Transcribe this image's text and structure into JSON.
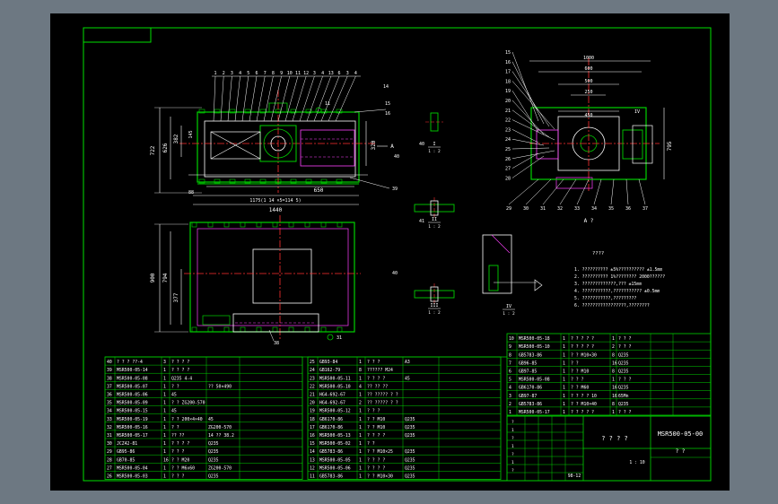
{
  "colors": {
    "background": "#6d7882",
    "sheet": "#000000",
    "frame": "#00e000",
    "line": "#ffffff",
    "center": "#ff3030",
    "hidden": "#ff40ff",
    "fill": "#00d000",
    "text": "#ffffff",
    "title_text": "#ffffff"
  },
  "drawing": {
    "number": "MSR500-05-00",
    "title_placeholder": "? ? ? ?",
    "scale_placeholder": "? ?",
    "sheet_info": "1 : 10",
    "sheet_no": "98-12"
  },
  "views": {
    "front": {
      "part_numbers": [
        "1",
        "2",
        "3",
        "4",
        "5",
        "6",
        "7",
        "8",
        "9",
        "10",
        "11",
        "12",
        "3",
        "4",
        "13",
        "6",
        "3",
        "4"
      ],
      "dims": {
        "height_outer": "722",
        "height_inner": "626",
        "height_mid": "382",
        "height_small": "145",
        "height_right": "320",
        "width_seg": "650",
        "width_formula": "1175(1 14 ×5=114 5)",
        "width_total": "1440",
        "offset": "88"
      },
      "callouts": [
        "11",
        "14",
        "15",
        "16",
        "A",
        "39",
        "40"
      ]
    },
    "plan": {
      "dims": {
        "left_outer": "900",
        "left_inner": "794",
        "left_low": "377"
      },
      "callouts": [
        "38",
        "31"
      ]
    },
    "section_a": {
      "label": "A  ?",
      "dims": {
        "top1": "1000",
        "top2": "600",
        "top3": "500",
        "top4": "250",
        "mid": "450",
        "right": "795",
        "arrow": "IV"
      },
      "left_numbers": [
        "15",
        "16",
        "17",
        "18",
        "19",
        "20",
        "21",
        "22",
        "23",
        "24",
        "25",
        "26",
        "27",
        "28"
      ],
      "bottom_numbers": [
        "29",
        "30",
        "31",
        "32",
        "33",
        "34",
        "35",
        "36",
        "37"
      ]
    },
    "details": [
      {
        "roman": "I",
        "scale": "1 : 2"
      },
      {
        "roman": "II",
        "scale": "1 : 2"
      },
      {
        "roman": "III",
        "scale": "1 : 2"
      },
      {
        "roman": "IV",
        "scale": "1 : 2"
      }
    ],
    "detail_callouts": [
      "40",
      "41",
      "40"
    ]
  },
  "notes": {
    "title": "????",
    "lines": [
      "1. ??????????   ±5%??????????   ±1.5mm",
      "2. ?????????? 1%????????   2000??????",
      "3. ?????????????,???   ±15mm",
      "4. ???????????,???????????   ±0.5mm",
      "5. ???????????,?????????",
      "6. ?????????????????,????????"
    ]
  },
  "bom_left": {
    "rows": [
      [
        "40",
        "? ? ? ??-4",
        "3",
        "? ? ? ?",
        ""
      ],
      [
        "39",
        "MSR500-05-14",
        "1",
        "? ? ? ?",
        ""
      ],
      [
        "38",
        "MSR500-05-08",
        "1",
        "Q235 4-4",
        ""
      ],
      [
        "37",
        "MSR500-05-07",
        "1",
        "? ?",
        "?? 50×490"
      ],
      [
        "36",
        "MSR500-05-06",
        "1",
        "45",
        ""
      ],
      [
        "35",
        "MSR500-05-09",
        "1",
        "? ? ZG200-570",
        ""
      ],
      [
        "34",
        "MSR500-05-15",
        "1",
        "45",
        ""
      ],
      [
        "33",
        "MSR500-05-19",
        "1",
        "? ? 200×4×40",
        "45"
      ],
      [
        "32",
        "MSR500-05-16",
        "1",
        "? ?",
        "ZG200-570"
      ],
      [
        "31",
        "MSR500-05-17",
        "1",
        "?? ??",
        "14 ?? 38.2"
      ],
      [
        "30",
        "JCZ42-81",
        "1",
        "? ? ? ?",
        "Q235"
      ],
      [
        "29",
        "GB95-86",
        "1",
        "? ? ?",
        "Q235"
      ],
      [
        "28",
        "GB70-85",
        "16",
        "? ? M20",
        "Q235"
      ],
      [
        "27",
        "MSR500-05-04",
        "1",
        "? ? M6x60",
        "ZG200-570"
      ],
      [
        "26",
        "MSR500-05-03",
        "1",
        "? ? ?",
        "Q235"
      ]
    ]
  },
  "bom_mid": {
    "rows": [
      [
        "25",
        "GB93-84",
        "1",
        "? ? ?",
        "A3"
      ],
      [
        "24",
        "GB162-79",
        "8",
        "?????? M24",
        ""
      ],
      [
        "23",
        "MSR500-05-11",
        "1",
        "? ? ? ?",
        "45"
      ],
      [
        "22",
        "MSR500-05-10",
        "4",
        "?? ?? ??",
        " "
      ],
      [
        "21",
        "HG4-692-67",
        "1",
        "?? ????? ? ?",
        ""
      ],
      [
        "20",
        "HG4-692-67",
        "2",
        "?? ????? ? ?",
        ""
      ],
      [
        "19",
        "MSR500-05-12",
        "1",
        "? ? ?",
        ""
      ],
      [
        "18",
        "GB6170-86",
        "1",
        "? ? M10",
        "Q235"
      ],
      [
        "17",
        "GB6170-86",
        "1",
        "? ? M10",
        "Q235"
      ],
      [
        "16",
        "MSR500-05-13",
        "1",
        "? ? ? ?",
        "Q235"
      ],
      [
        "15",
        "MSR500-05-02",
        "1",
        "? ?",
        ""
      ],
      [
        "14",
        "GB5783-86",
        "1",
        "? ? M10×25",
        "Q235"
      ],
      [
        "13",
        "MSR500-05-05",
        "1",
        "? ? ? ?",
        "Q235"
      ],
      [
        "12",
        "MSR500-05-06",
        "1",
        "? ? ? ?",
        "Q235"
      ],
      [
        "11",
        "GB5783-86",
        "1",
        "? ? M10×30",
        "Q235"
      ]
    ]
  },
  "bom_right": {
    "rows": [
      [
        "10",
        "MSR500-05-18",
        "1",
        "? ? ? ? ?",
        "1",
        "? ? ?"
      ],
      [
        "9",
        "MSR500-05-10",
        "1",
        "? ? ? ? ?",
        "2",
        "? ? ?"
      ],
      [
        "8",
        "GB5783-86",
        "1",
        "? ? M10×30",
        "8",
        "Q235"
      ],
      [
        "7",
        "GB96-85",
        "1",
        "? ?",
        "16",
        "Q235"
      ],
      [
        "6",
        "GB97-85",
        "1",
        "? ? M10",
        "8",
        "Q235"
      ],
      [
        "5",
        "MSR500-05-08",
        "1",
        "? ? ?",
        "1",
        "? ? ?"
      ],
      [
        "4",
        "GB6170-86",
        "1",
        "? ? M60",
        "16",
        "Q235"
      ],
      [
        "3",
        "GB97-87",
        "1",
        "? ? ? ? 10",
        "16",
        "65Mn"
      ],
      [
        "2",
        "GB5783-86",
        "1",
        "? ? M10×40",
        "8",
        "Q235"
      ],
      [
        "1",
        "MSR500-05-17",
        "1",
        "? ? ? ? ?",
        "1",
        "? ? ?"
      ]
    ]
  }
}
